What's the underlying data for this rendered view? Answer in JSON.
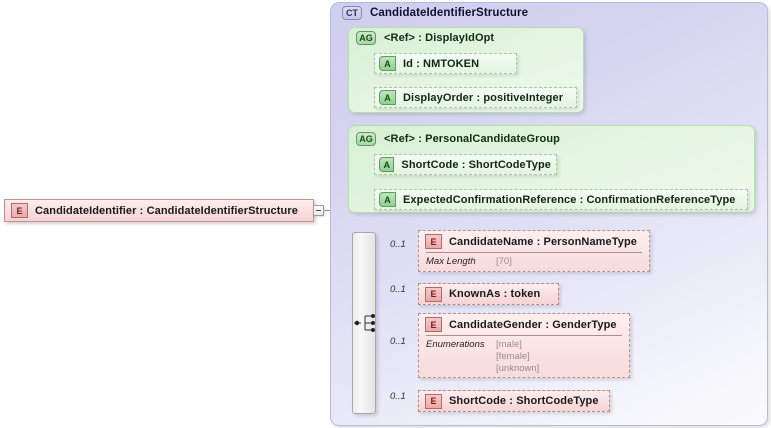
{
  "diagram": {
    "root_element": {
      "badge": "E",
      "badge_name": "element-badge",
      "label": "CandidateIdentifier : CandidateIdentifierStructure"
    },
    "collapse_control": {
      "icon": "minus-icon",
      "state": "expanded"
    },
    "complex_type": {
      "badge": "CT",
      "badge_name": "complextype-badge",
      "label": "CandidateIdentifierStructure"
    },
    "attribute_groups": [
      {
        "badge": "AG",
        "label": "<Ref>      : DisplayIdOpt",
        "ref": "<Ref>",
        "name": "DisplayIdOpt",
        "attributes": [
          {
            "badge": "A",
            "label": "Id             : NMTOKEN",
            "name": "Id",
            "type": "NMTOKEN"
          },
          {
            "badge": "A",
            "label": "DisplayOrder : positiveInteger",
            "name": "DisplayOrder",
            "type": "positiveInteger"
          }
        ]
      },
      {
        "badge": "AG",
        "label": "<Ref>      : PersonalCandidateGroup",
        "ref": "<Ref>",
        "name": "PersonalCandidateGroup",
        "attributes": [
          {
            "badge": "A",
            "label": "ShortCode : ShortCodeType",
            "name": "ShortCode",
            "type": "ShortCodeType"
          },
          {
            "badge": "A",
            "label": "ExpectedConfirmationReference : ConfirmationReferenceType",
            "name": "ExpectedConfirmationReference",
            "type": "ConfirmationReferenceType"
          }
        ]
      }
    ],
    "compositor": {
      "kind": "sequence",
      "icon": "sequence-icon"
    },
    "child_elements": [
      {
        "badge": "E",
        "label": "CandidateName : PersonNameType",
        "name": "CandidateName",
        "type": "PersonNameType",
        "cardinality": "0..1",
        "facet": {
          "name": "Max Length",
          "values": [
            "[70]"
          ]
        }
      },
      {
        "badge": "E",
        "label": "KnownAs : token",
        "name": "KnownAs",
        "type": "token",
        "cardinality": "0..1",
        "facet": null
      },
      {
        "badge": "E",
        "label": "CandidateGender : GenderType",
        "name": "CandidateGender",
        "type": "GenderType",
        "cardinality": "0..1",
        "facet": {
          "name": "Enumerations",
          "values": [
            "[male]",
            "[female]",
            "[unknown]"
          ]
        }
      },
      {
        "badge": "E",
        "label": "ShortCode : ShortCodeType",
        "name": "ShortCode",
        "type": "ShortCodeType",
        "cardinality": "0..1",
        "facet": null
      }
    ],
    "colors": {
      "element_fill": "#f9dede",
      "element_border": "#c98f8f",
      "attribute_fill": "#eaf7e8",
      "attribute_border": "#a9c9a6",
      "complextype_fill": "#d9d9f1",
      "group_fill": "#e0f4dd",
      "connector": "#8a8a8a"
    }
  }
}
